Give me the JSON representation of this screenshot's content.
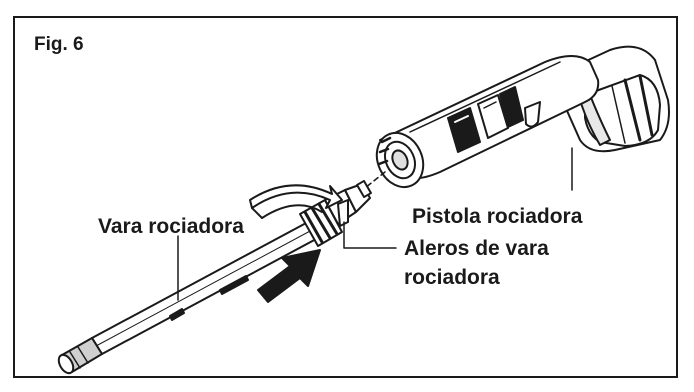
{
  "figure": {
    "label": "Fig. 6"
  },
  "callouts": {
    "wand": "Vara rociadora",
    "gun": "Pistola rociadora",
    "tabs_line1": "Aleros de vara",
    "tabs_line2": "rociadora"
  },
  "icons": {
    "gun": "spray-gun-icon",
    "wand": "spray-wand-icon",
    "arrow": "push-arrow-icon",
    "rotate": "rotate-arrow-icon"
  }
}
